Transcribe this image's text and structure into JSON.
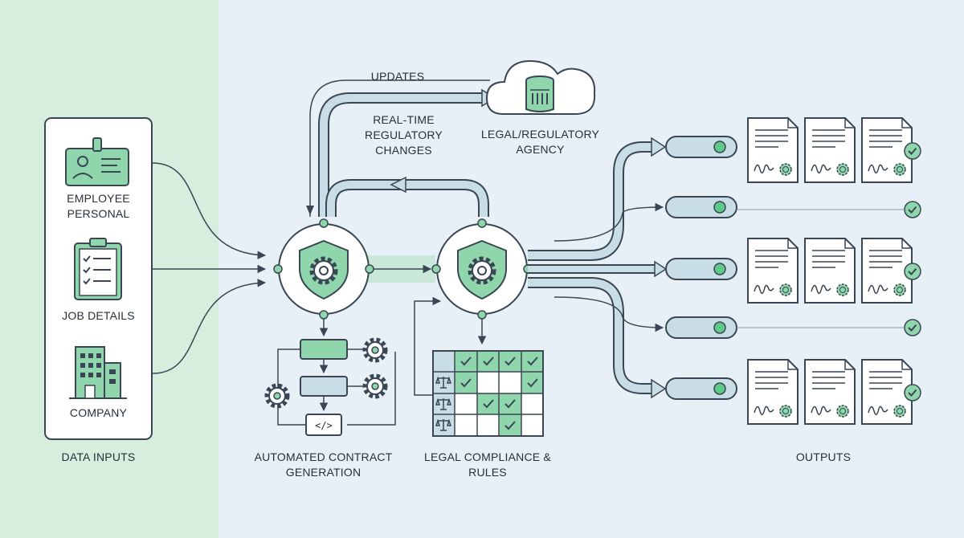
{
  "colors": {
    "left_band": "#d7eedf",
    "right_band": "#e7f0f7",
    "stroke": "#3a4653",
    "accent_green": "#8fd6ac",
    "pipe_fill": "#c9dde7",
    "pill_fill": "#c9dde7",
    "dot_green": "#5fc98a"
  },
  "labels": {
    "data_inputs": "DATA INPUTS",
    "employee_personal": "EMPLOYEE PERSONAL",
    "job_details": "JOB DETAILS",
    "company": "COMPANY",
    "updates": "UPDATES",
    "real_time_changes": "REAL-TIME REGULATORY CHANGES",
    "legal_agency": "LEGAL/REGULATORY AGENCY",
    "automated_contract": "AUTOMATED CONTRACT GENERATION",
    "legal_compliance": "LEGAL COMPLIANCE & RULES",
    "outputs": "OUTPUTS"
  },
  "icons": {
    "employee": "id-card-icon",
    "job": "clipboard-checklist-icon",
    "company": "building-icon",
    "agency": "cloud-database-icon",
    "engine": "shield-gear-icon",
    "code": "code-icon",
    "scales": "scales-icon",
    "document": "signed-document-icon",
    "check": "check-icon"
  }
}
